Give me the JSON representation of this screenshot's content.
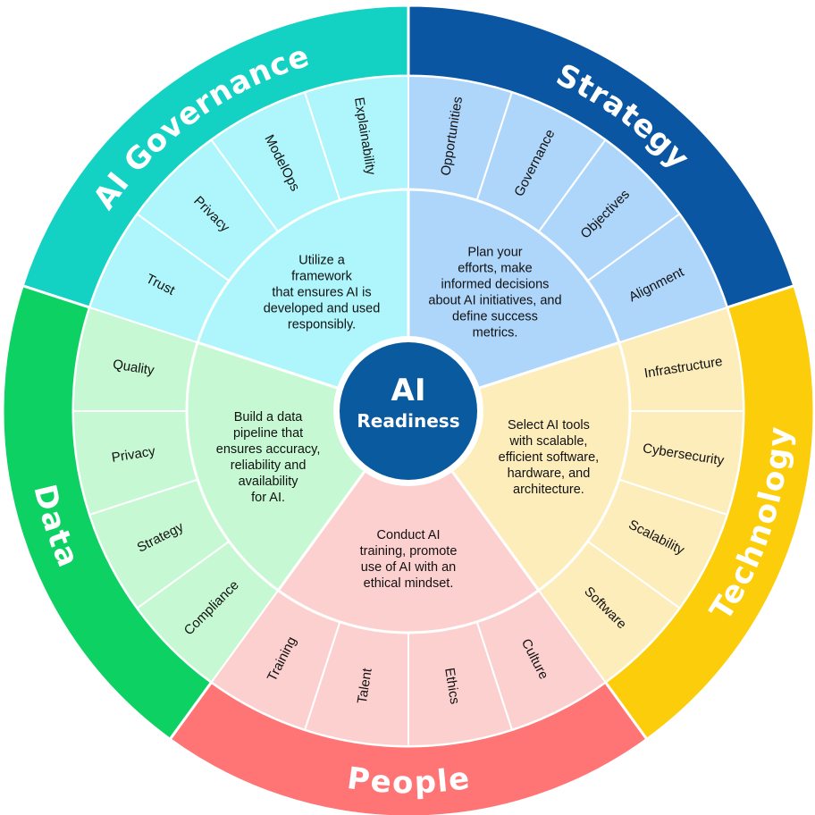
{
  "hub": {
    "title": "AI",
    "subtitle": "Readiness",
    "color": "#0a5aa0"
  },
  "sectors": [
    {
      "title": "AI Governance",
      "outer_color": "#14d2c3",
      "inner_color": "#aef6fb",
      "description": [
        "Utilize a",
        "framework",
        "that ensures AI is",
        "developed and used",
        "responsibly."
      ],
      "items": [
        "Trust",
        "Privacy",
        "ModelOps",
        "Explainability"
      ]
    },
    {
      "title": "Strategy",
      "outer_color": "#0a56a2",
      "inner_color": "#aed6fb",
      "description": [
        "Plan your",
        "efforts, make",
        "informed decisions",
        "about AI initiatives, and",
        "define success",
        "metrics."
      ],
      "items": [
        "Opportunities",
        "Governance",
        "Objectives",
        "Alignment"
      ]
    },
    {
      "title": "Technology",
      "outer_color": "#fccd0a",
      "inner_color": "#fdedbb",
      "description": [
        "Select AI tools",
        "with scalable,",
        "efficient software,",
        "hardware, and",
        "architecture."
      ],
      "items": [
        "Infrastructure",
        "Cybersecurity",
        "Scalability",
        "Software"
      ]
    },
    {
      "title": "People",
      "outer_color": "#ff7474",
      "inner_color": "#fdd0d0",
      "description": [
        "Conduct AI",
        "training, promote",
        "use of AI with an",
        "ethical mindset."
      ],
      "items": [
        "Culture",
        "Ethics",
        "Talent",
        "Training"
      ]
    },
    {
      "title": "Data",
      "outer_color": "#0ed164",
      "inner_color": "#c6f8d3",
      "description": [
        "Build a data",
        "pipeline that",
        "ensures accuracy,",
        "reliability and",
        "availability",
        "for AI."
      ],
      "items": [
        "Compliance",
        "Strategy",
        "Privacy",
        "Quality"
      ]
    }
  ]
}
